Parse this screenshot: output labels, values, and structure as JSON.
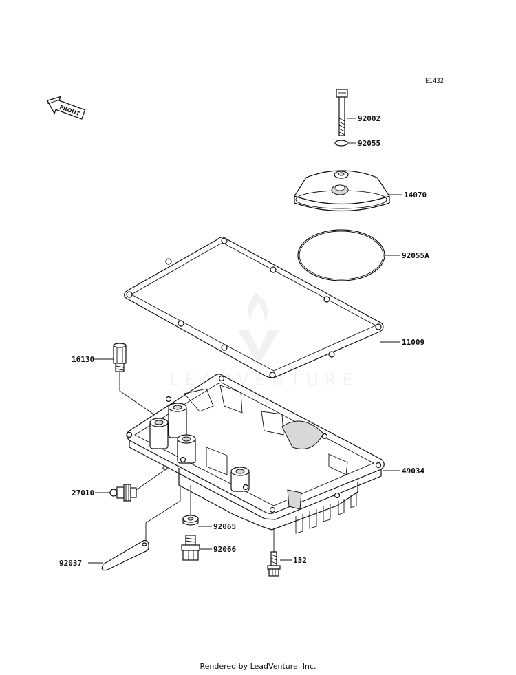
{
  "diagram_code": "E1432",
  "front_label": "FRONT",
  "watermark": "LEADVENTURE",
  "credit": "Rendered by LeadVenture, Inc.",
  "parts": {
    "bolt_92002": "92002",
    "oring_92055": "92055",
    "cover_14070": "14070",
    "oring_92055a": "92055A",
    "gasket_11009": "11009",
    "fitting_16130": "16130",
    "oil_pan_49034": "49034",
    "switch_27010": "27010",
    "washer_92065": "92065",
    "plug_92066": "92066",
    "bolt_132": "132",
    "plate_92037": "92037"
  }
}
